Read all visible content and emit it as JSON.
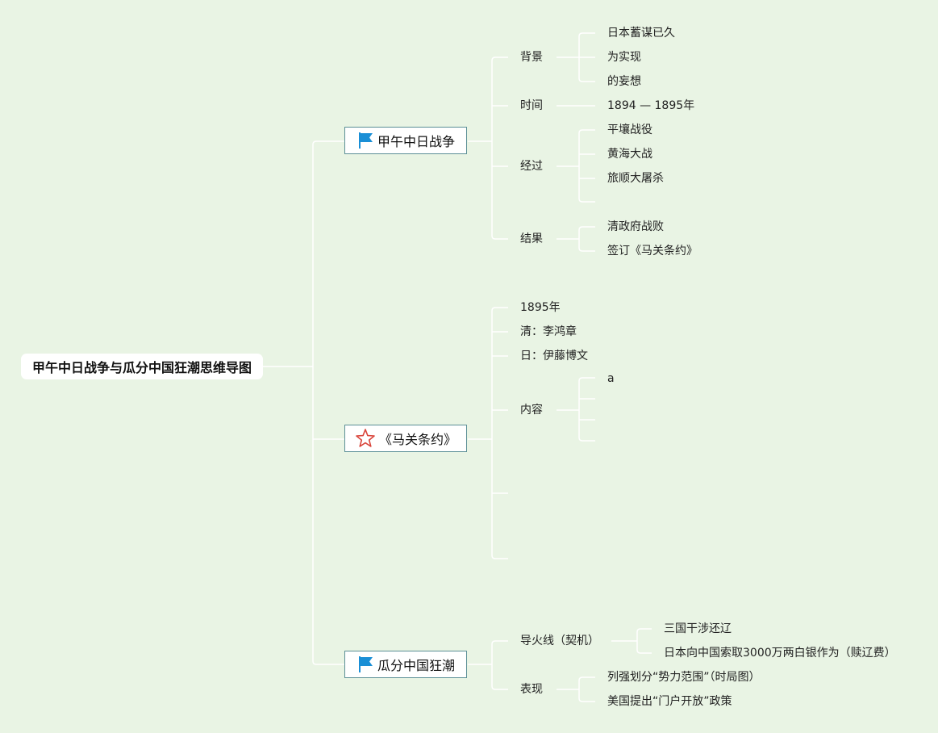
{
  "root": {
    "label": "甲午中日战争与瓜分中国狂潮思维导图"
  },
  "topics": [
    {
      "label": "甲午中日战争",
      "icon": "flag-icon",
      "children": [
        {
          "label": "背景",
          "children": [
            "日本蓄谋已久",
            "为实现",
            "的妄想"
          ]
        },
        {
          "label": "时间",
          "children": [
            "1894 — 1895年"
          ]
        },
        {
          "label": "经过",
          "children": [
            "平壤战役",
            "黄海大战",
            "旅顺大屠杀",
            ""
          ]
        },
        {
          "label": "结果",
          "children": [
            "清政府战败",
            "签订《马关条约》"
          ]
        }
      ]
    },
    {
      "label": "《马关条约》",
      "icon": "star-icon",
      "children": [
        {
          "label": "1895年",
          "children": []
        },
        {
          "label": "清：李鸿章",
          "children": []
        },
        {
          "label": "日：伊藤博文",
          "children": []
        },
        {
          "label": "内容",
          "children": [
            "a",
            "",
            "",
            ""
          ]
        },
        {
          "label": "",
          "children": []
        },
        {
          "label": "",
          "children": []
        }
      ]
    },
    {
      "label": "瓜分中国狂潮",
      "icon": "flag-icon",
      "children": [
        {
          "label": "导火线（契机）",
          "children": [
            "三国干涉还辽",
            "日本向中国索取3000万两白银作为（赎辽费）"
          ]
        },
        {
          "label": "表现",
          "children": [
            "列强划分“势力范围”（时局图）",
            "美国提出“门户开放”政策"
          ]
        }
      ]
    }
  ],
  "colors": {
    "background": "#e9f4e4",
    "line": "#ffffff",
    "topic_border": "#5b8f96",
    "flag": "#1a8fd6",
    "star": "#d9443a"
  }
}
